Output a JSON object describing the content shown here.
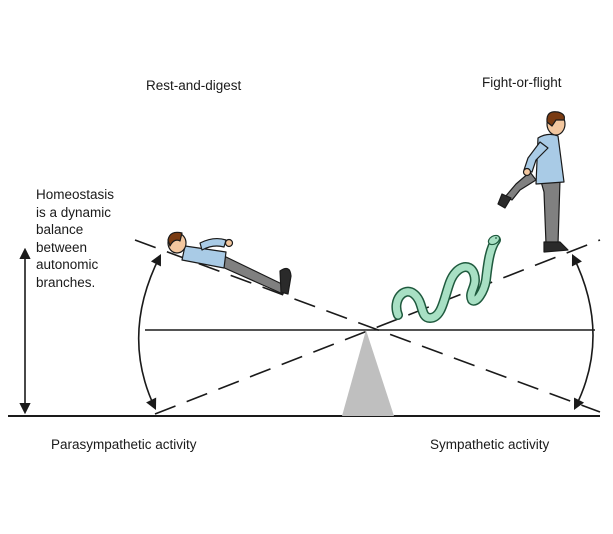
{
  "labels": {
    "rest": "Rest-and-digest",
    "fight": "Fight-or-flight",
    "parasympathetic": "Parasympathetic activity",
    "sympathetic": "Sympathetic activity"
  },
  "homeostasis_lines": [
    "Homeostasis",
    "is a dynamic",
    "balance",
    "between",
    "autonomic",
    "branches."
  ],
  "colors": {
    "line": "#1a1a1a",
    "fulcrum": "#bfbfbf",
    "snake_fill": "#a8e0c4",
    "snake_stroke": "#1f5a3e",
    "shirt": "#a9cbe6",
    "pants": "#808080",
    "skin": "#f3c79f",
    "hair": "#7a3b12"
  },
  "icons": [
    "reclining-man-icon",
    "running-man-icon",
    "snake-icon"
  ]
}
